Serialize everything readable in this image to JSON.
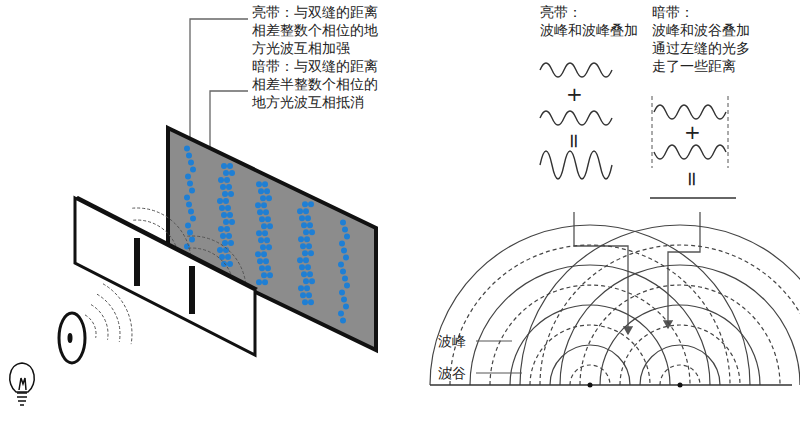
{
  "diagram": {
    "labels": [
      "亮带：与双缝的距离 相差整数个相位的地 方光波互相加强",
      "暗带：与双缝的距离 相差半整数个相位的 地方光波互相抵消",
      "亮带：",
      "波峰和波峰叠加",
      "暗带：",
      "波峰和波谷叠加 通过左缝的光多 走了一些距离",
      "+",
      "=",
      "+",
      "=",
      "波峰",
      "波谷"
    ]
  }
}
